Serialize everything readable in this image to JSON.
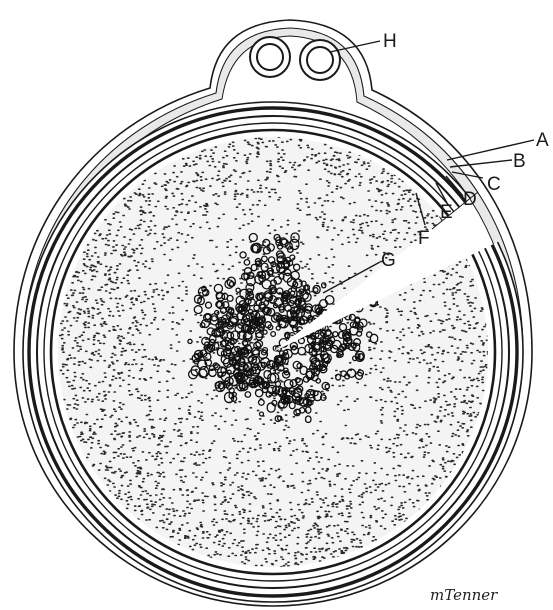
{
  "labels": {
    "a": "A",
    "b": "B",
    "c": "C",
    "d": "D",
    "e": "E",
    "f": "F",
    "g": "G",
    "h": "H"
  },
  "signature": "mTenner",
  "colors": {
    "ink": "#1a1a1a",
    "paper": "#ffffff",
    "stipple": "#2a2a2a"
  }
}
